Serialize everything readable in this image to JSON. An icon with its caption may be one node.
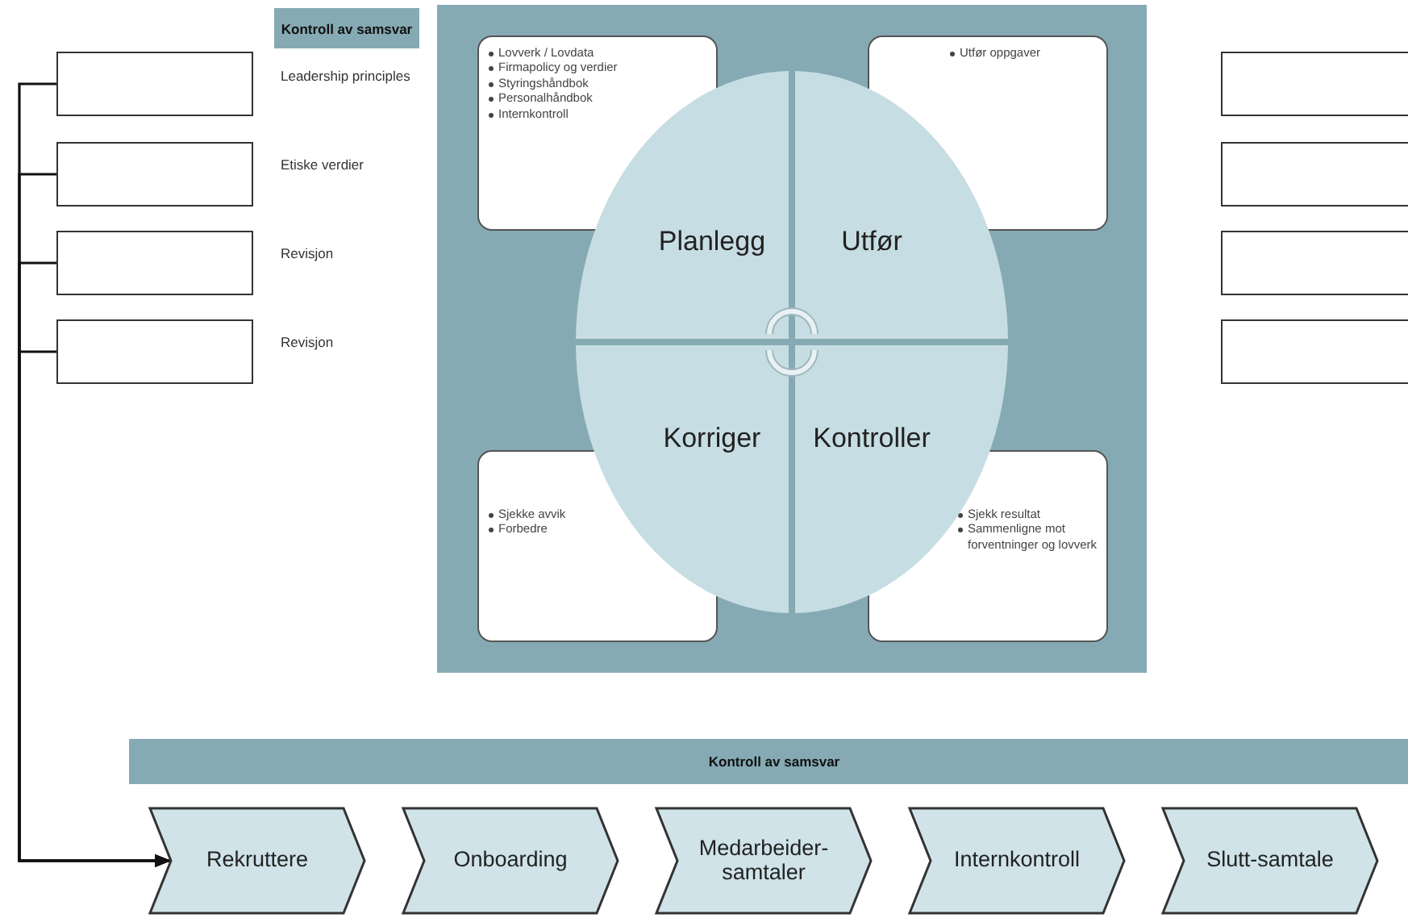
{
  "diagram": {
    "nodes": [
      {
        "text": [
          "Kontroll av samsvar"
        ]
      },
      {
        "text": [],
        "shape": "box"
      },
      {
        "text": [],
        "shape": "box"
      },
      {
        "text": [],
        "shape": "box"
      },
      {
        "text": [],
        "shape": "box"
      },
      {
        "text": [],
        "shape": "box"
      },
      {
        "text": [],
        "shape": "box"
      },
      {
        "text": [],
        "shape": "box"
      },
      {
        "text": [],
        "shape": "box"
      },
      {
        "text": [],
        "shape": "box"
      },
      {
        "text": [
          "Lovverk / Lovdata",
          "Firmapolicy og verdier",
          "Styringshåndbok",
          "Personalhåndbok",
          "Internkontroll"
        ],
        "in": 9
      },
      {
        "text": [
          "Utfør oppgaver"
        ],
        "in": 9
      },
      {
        "text": [
          "Planlegg"
        ],
        "in": 9
      },
      {
        "text": [
          "Utfør"
        ],
        "in": 9
      },
      {
        "text": [
          "Korriger"
        ],
        "in": 9
      },
      {
        "text": [
          "Kontroller"
        ],
        "in": 9
      },
      {
        "text": [
          "Sjekke avvik",
          "Forbedre"
        ],
        "in": 9
      },
      {
        "text": [
          "Sjekk resultat",
          "Sammenligne mot forventninger og lovverk"
        ],
        "in": 9
      },
      {
        "text": [
          "Kontroll av samsvar"
        ]
      },
      {
        "text": [
          "Rekruttere"
        ]
      },
      {
        "text": [
          "Onboarding"
        ]
      },
      {
        "text": [
          "Medarbeider-samtaler"
        ]
      },
      {
        "text": [
          "Internkontroll"
        ]
      },
      {
        "text": [
          "Slutt-samtale"
        ]
      }
    ],
    "edges": [
      {
        "from": 1,
        "to": 19,
        "arrow": "to"
      },
      {
        "from": 2,
        "to": 19,
        "arrow": "to"
      },
      {
        "from": 3,
        "to": 19,
        "arrow": "to"
      },
      {
        "from": 4,
        "to": 19,
        "arrow": "to"
      }
    ],
    "labels": [
      "Leadership principles",
      "Etiske verdier",
      "Revisjon",
      "Revisjon"
    ]
  }
}
